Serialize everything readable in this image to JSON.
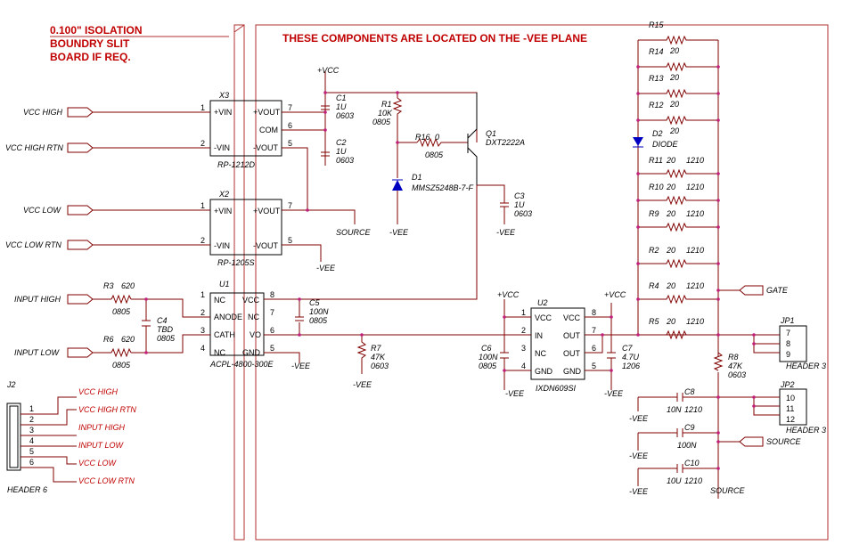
{
  "notes": {
    "isolation": [
      "0.100\" ISOLATION",
      "BOUNDRY SLIT",
      "BOARD IF REQ."
    ],
    "plane": "THESE COMPONENTS ARE LOCATED ON THE -VEE PLANE"
  },
  "ports": {
    "vcc_high": "VCC HIGH",
    "vcc_high_rtn": "VCC HIGH RTN",
    "vcc_low": "VCC LOW",
    "vcc_low_rtn": "VCC LOW RTN",
    "input_high": "INPUT HIGH",
    "input_low": "INPUT LOW",
    "gate": "GATE",
    "source": "SOURCE"
  },
  "power": {
    "vcc": "+VCC",
    "vee": "-VEE",
    "source": "SOURCE"
  },
  "x3": {
    "ref": "X3",
    "part": "RP-1212D",
    "pins": [
      "+VIN",
      "-VIN",
      "+VOUT",
      "COM",
      "-VOUT"
    ],
    "nums": [
      "1",
      "2",
      "7",
      "6",
      "5"
    ]
  },
  "x2": {
    "ref": "X2",
    "part": "RP-1205S",
    "pins": [
      "+VIN",
      "-VIN",
      "+VOUT",
      "-VOUT"
    ],
    "nums": [
      "1",
      "2",
      "7",
      "5"
    ]
  },
  "u1": {
    "ref": "U1",
    "part": "ACPL-4800-300E",
    "pins": [
      "NC",
      "ANODE",
      "CATH",
      "NC",
      "VCC",
      "NC",
      "VO",
      "GND"
    ],
    "nums": [
      "1",
      "2",
      "3",
      "4",
      "8",
      "7",
      "6",
      "5"
    ]
  },
  "u2": {
    "ref": "U2",
    "part": "IXDN609SI",
    "pins": [
      "VCC",
      "IN",
      "NC",
      "GND",
      "VCC",
      "OUT",
      "OUT",
      "GND"
    ],
    "nums": [
      "1",
      "2",
      "3",
      "4",
      "8",
      "7",
      "6",
      "5"
    ]
  },
  "q1": {
    "ref": "Q1",
    "part": "DXT2222A"
  },
  "d1": {
    "ref": "D1",
    "part": "MMSZ5248B-7-F"
  },
  "d2": {
    "ref": "D2",
    "part": "DIODE"
  },
  "c1": {
    "ref": "C1",
    "val": "1U",
    "pkg": "0603"
  },
  "c2": {
    "ref": "C2",
    "val": "1U",
    "pkg": "0603"
  },
  "c3": {
    "ref": "C3",
    "val": "1U",
    "pkg": "0603"
  },
  "c4": {
    "ref": "C4",
    "val": "TBD",
    "pkg": "0805"
  },
  "c5": {
    "ref": "C5",
    "val": "100N",
    "pkg": "0805"
  },
  "c6": {
    "ref": "C6",
    "val": "100N",
    "pkg": "0805"
  },
  "c7": {
    "ref": "C7",
    "val": "4.7U",
    "pkg": "1206"
  },
  "c8": {
    "ref": "C8",
    "val": "10N",
    "pkg": "1210"
  },
  "c9": {
    "ref": "C9",
    "val": "100N"
  },
  "c10": {
    "ref": "C10",
    "val": "10U",
    "pkg": "1210"
  },
  "r1": {
    "ref": "R1",
    "val": "10K",
    "pkg": "0805"
  },
  "r3": {
    "ref": "R3",
    "val": "620",
    "pkg": "0805"
  },
  "r6": {
    "ref": "R6",
    "val": "620",
    "pkg": "0805"
  },
  "r7": {
    "ref": "R7",
    "val": "47K",
    "pkg": "0603"
  },
  "r8": {
    "ref": "R8",
    "val": "47K",
    "pkg": "0603"
  },
  "r16": {
    "ref": "R16",
    "val": "0",
    "pkg": "0805"
  },
  "rstack": [
    {
      "ref": "R15",
      "val": "20"
    },
    {
      "ref": "R14",
      "val": "20"
    },
    {
      "ref": "R13",
      "val": "20"
    },
    {
      "ref": "R12",
      "val": "20"
    }
  ],
  "rstack2": [
    {
      "ref": "R11",
      "val": "20",
      "pkg": "1210"
    },
    {
      "ref": "R10",
      "val": "20",
      "pkg": "1210"
    },
    {
      "ref": "R9",
      "val": "20",
      "pkg": "1210"
    },
    {
      "ref": "R2",
      "val": "20",
      "pkg": "1210"
    },
    {
      "ref": "R4",
      "val": "20",
      "pkg": "1210"
    },
    {
      "ref": "R5",
      "val": "20",
      "pkg": "1210"
    }
  ],
  "jp1": {
    "ref": "JP1",
    "pins": [
      "7",
      "8",
      "9"
    ],
    "part": "HEADER 3"
  },
  "jp2": {
    "ref": "JP2",
    "pins": [
      "10",
      "11",
      "12"
    ],
    "part": "HEADER 3"
  },
  "j2": {
    "ref": "J2",
    "part": "HEADER 6",
    "pins": [
      "1",
      "2",
      "3",
      "4",
      "5",
      "6"
    ],
    "labels": [
      "VCC HIGH",
      "VCC HIGH RTN",
      "INPUT HIGH",
      "INPUT LOW",
      "VCC LOW",
      "VCC LOW RTN"
    ]
  }
}
